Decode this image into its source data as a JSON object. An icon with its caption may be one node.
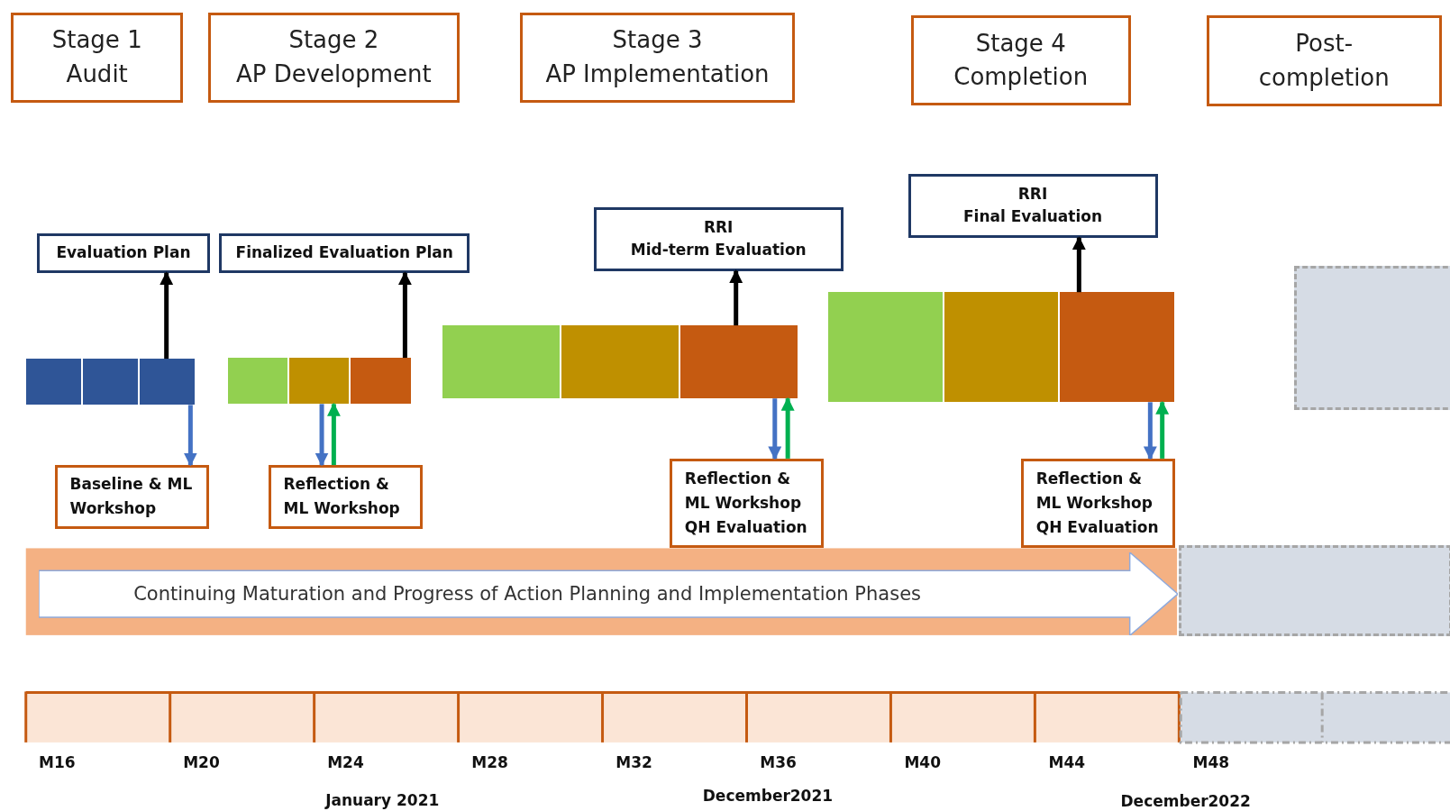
{
  "diagram": {
    "nodes": [
      {
        "text": [
          "Stage 1",
          "Audit"
        ]
      },
      {
        "text": [
          "Stage 2",
          "AP Development"
        ]
      },
      {
        "text": [
          "Stage 3",
          "AP Implementation"
        ]
      },
      {
        "text": [
          "Stage 4",
          "Completion"
        ]
      },
      {
        "text": [
          "Post-completion"
        ]
      },
      {
        "text": [
          "Evaluation Plan"
        ]
      },
      {
        "text": [
          "Finalized Evaluation Plan"
        ]
      },
      {
        "text": [
          "RRI",
          "Mid-term Evaluation"
        ]
      },
      {
        "text": [
          "RRI",
          "Final Evaluation"
        ]
      },
      {
        "text": [],
        "shape": "bar"
      },
      {
        "text": [],
        "shape": "bar"
      },
      {
        "text": [],
        "shape": "bar"
      },
      {
        "text": [],
        "shape": "bar"
      },
      {
        "text": [
          "Baseline & ML Workshop"
        ]
      },
      {
        "text": [
          "Reflection & ML Workshop"
        ]
      },
      {
        "text": [
          "Reflection & ML Workshop QH Evaluation"
        ]
      },
      {
        "text": [
          "Reflection & ML Workshop QH Evaluation"
        ]
      },
      {
        "text": [
          "Continuing Maturation and Progress of Action Planning and Implementation Phases"
        ]
      },
      {
        "text": [],
        "shape": "box"
      },
      {
        "text": [],
        "shape": "box"
      }
    ],
    "edges": [
      {
        "from": 9,
        "to": 5,
        "arrow": "to"
      },
      {
        "from": 9,
        "to": 13,
        "arrow": "to",
        "color": "#4472c4"
      },
      {
        "from": 10,
        "to": 6,
        "arrow": "to"
      },
      {
        "from": 10,
        "to": 14,
        "arrow": "to",
        "color": "#4472c4"
      },
      {
        "from": 14,
        "to": 10,
        "arrow": "to",
        "color": "#00b050"
      },
      {
        "from": 11,
        "to": 7,
        "arrow": "to"
      },
      {
        "from": 11,
        "to": 15,
        "arrow": "to",
        "color": "#4472c4"
      },
      {
        "from": 15,
        "to": 11,
        "arrow": "to",
        "color": "#00b050"
      },
      {
        "from": 12,
        "to": 8,
        "arrow": "to"
      },
      {
        "from": 12,
        "to": 16,
        "arrow": "to",
        "color": "#4472c4"
      },
      {
        "from": 16,
        "to": 12,
        "arrow": "to",
        "color": "#00b050"
      }
    ],
    "labels": [
      "M16",
      "M20",
      "M24",
      "M28",
      "M32",
      "M36",
      "M40",
      "M44",
      "M48",
      "January 2021",
      "December2021",
      "December2022"
    ]
  }
}
